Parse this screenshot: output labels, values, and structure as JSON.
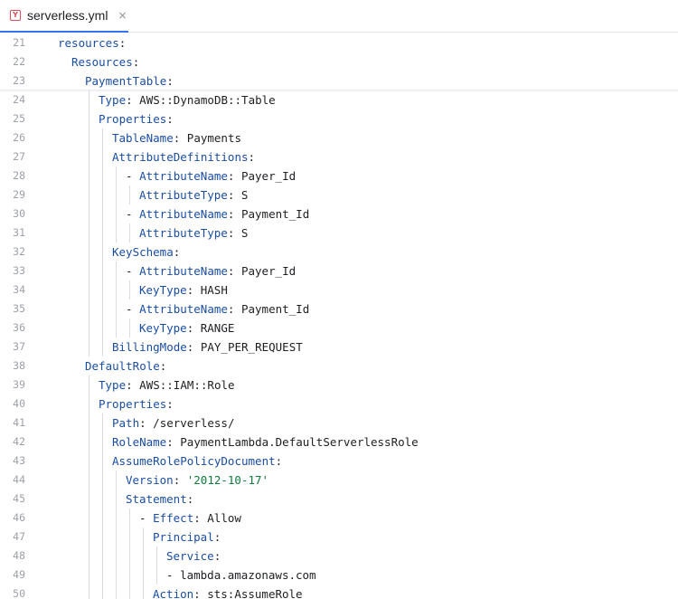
{
  "tab": {
    "filename": "serverless.yml",
    "icon_glyph": "Y",
    "close_glyph": "×",
    "icon": "yaml-file-icon"
  },
  "colors": {
    "key": "#1a4ea3",
    "string": "#0f7b3a",
    "line_number": "#9da0a8",
    "tab_underline": "#3574f0"
  },
  "lines": [
    {
      "num": "21",
      "indent": 1,
      "dash": false,
      "key": "resources",
      "value": ""
    },
    {
      "num": "22",
      "indent": 2,
      "dash": false,
      "key": "Resources",
      "value": ""
    },
    {
      "num": "23",
      "indent": 3,
      "dash": false,
      "key": "PaymentTable",
      "value": ""
    },
    {
      "num": "24",
      "indent": 4,
      "dash": false,
      "key": "Type",
      "value": "AWS::DynamoDB::Table"
    },
    {
      "num": "25",
      "indent": 4,
      "dash": false,
      "key": "Properties",
      "value": ""
    },
    {
      "num": "26",
      "indent": 5,
      "dash": false,
      "key": "TableName",
      "value": "Payments"
    },
    {
      "num": "27",
      "indent": 5,
      "dash": false,
      "key": "AttributeDefinitions",
      "value": ""
    },
    {
      "num": "28",
      "indent": 6,
      "dash": true,
      "key": "AttributeName",
      "value": "Payer_Id"
    },
    {
      "num": "29",
      "indent": 7,
      "dash": false,
      "key": "AttributeType",
      "value": "S"
    },
    {
      "num": "30",
      "indent": 6,
      "dash": true,
      "key": "AttributeName",
      "value": "Payment_Id"
    },
    {
      "num": "31",
      "indent": 7,
      "dash": false,
      "key": "AttributeType",
      "value": "S"
    },
    {
      "num": "32",
      "indent": 5,
      "dash": false,
      "key": "KeySchema",
      "value": ""
    },
    {
      "num": "33",
      "indent": 6,
      "dash": true,
      "key": "AttributeName",
      "value": "Payer_Id"
    },
    {
      "num": "34",
      "indent": 7,
      "dash": false,
      "key": "KeyType",
      "value": "HASH"
    },
    {
      "num": "35",
      "indent": 6,
      "dash": true,
      "key": "AttributeName",
      "value": "Payment_Id"
    },
    {
      "num": "36",
      "indent": 7,
      "dash": false,
      "key": "KeyType",
      "value": "RANGE"
    },
    {
      "num": "37",
      "indent": 5,
      "dash": false,
      "key": "BillingMode",
      "value": "PAY_PER_REQUEST"
    },
    {
      "num": "38",
      "indent": 3,
      "dash": false,
      "key": "DefaultRole",
      "value": ""
    },
    {
      "num": "39",
      "indent": 4,
      "dash": false,
      "key": "Type",
      "value": "AWS::IAM::Role"
    },
    {
      "num": "40",
      "indent": 4,
      "dash": false,
      "key": "Properties",
      "value": ""
    },
    {
      "num": "41",
      "indent": 5,
      "dash": false,
      "key": "Path",
      "value": "/serverless/"
    },
    {
      "num": "42",
      "indent": 5,
      "dash": false,
      "key": "RoleName",
      "value": "PaymentLambda.DefaultServerlessRole"
    },
    {
      "num": "43",
      "indent": 5,
      "dash": false,
      "key": "AssumeRolePolicyDocument",
      "value": ""
    },
    {
      "num": "44",
      "indent": 6,
      "dash": false,
      "key": "Version",
      "value": "'2012-10-17'",
      "string": true
    },
    {
      "num": "45",
      "indent": 6,
      "dash": false,
      "key": "Statement",
      "value": ""
    },
    {
      "num": "46",
      "indent": 7,
      "dash": true,
      "key": "Effect",
      "value": "Allow"
    },
    {
      "num": "47",
      "indent": 8,
      "dash": false,
      "key": "Principal",
      "value": ""
    },
    {
      "num": "48",
      "indent": 9,
      "dash": false,
      "key": "Service",
      "value": ""
    },
    {
      "num": "49",
      "indent": 9,
      "dash": true,
      "key": "",
      "value": "lambda.amazonaws.com"
    },
    {
      "num": "50",
      "indent": 8,
      "dash": false,
      "key": "Action",
      "value": "sts:AssumeRole"
    }
  ]
}
